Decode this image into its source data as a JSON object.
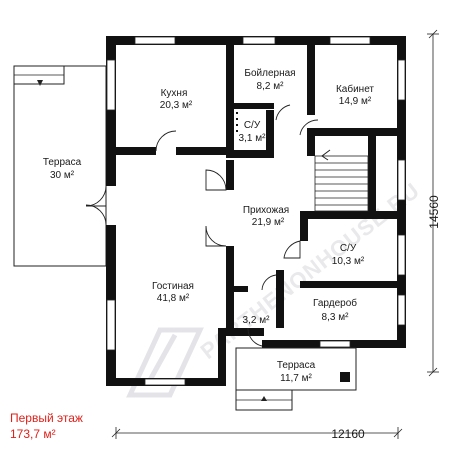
{
  "plan": {
    "floor_name": "Первый этаж",
    "floor_area": "173,7 м²",
    "dimension_width": "12160",
    "dimension_height": "14560",
    "watermark": "PARTHENONHOUSE.RU"
  },
  "rooms": [
    {
      "id": "kitchen",
      "name": "Кухня",
      "area": "20,3 м²"
    },
    {
      "id": "boiler",
      "name": "Бойлерная",
      "area": "8,2 м²"
    },
    {
      "id": "office",
      "name": "Кабинет",
      "area": "14,9 м²"
    },
    {
      "id": "wc1",
      "name": "С/У",
      "area": "3,1 м²"
    },
    {
      "id": "terrace1",
      "name": "Терраса",
      "area": "30 м²"
    },
    {
      "id": "hall",
      "name": "Прихожая",
      "area": "21,9 м²"
    },
    {
      "id": "wc2",
      "name": "С/У",
      "area": "10,3 м²"
    },
    {
      "id": "living",
      "name": "Гостиная",
      "area": "41,8 м²"
    },
    {
      "id": "wardrobe",
      "name": "Гардероб",
      "area": "8,3 м²"
    },
    {
      "id": "storage",
      "name": "",
      "area": "3,2 м²"
    },
    {
      "id": "terrace2",
      "name": "Терраса",
      "area": "11,7 м²"
    }
  ],
  "colors": {
    "wall": "#111111",
    "window": "#cfe3f3",
    "floor_title": "#e0201a"
  }
}
